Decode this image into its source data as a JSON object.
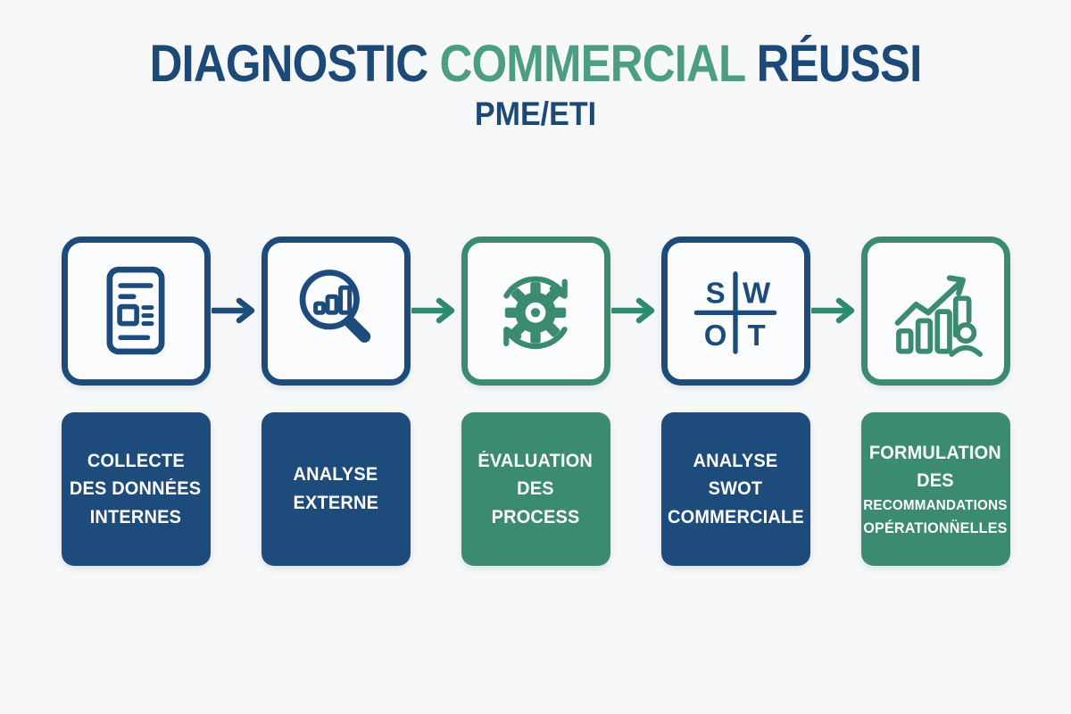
{
  "colors": {
    "navy": "#1d4b7c",
    "green": "#3a8b70",
    "title_navy": "#1d4976",
    "title_green": "#4d9d81",
    "arrow_green": "#2f8a72",
    "background": "#f6f8fa"
  },
  "title": {
    "part1": "DIAGNOSTIC",
    "part2": "COMMERCIAL",
    "part3": "RÉUSSI",
    "subtitle": "PME/ETI"
  },
  "steps": [
    {
      "icon": "document-report-icon",
      "color": "navy",
      "label_lines": [
        "COLLECTE",
        "DES DONNÉES",
        "INTERNES"
      ]
    },
    {
      "icon": "magnifier-chart-icon",
      "color": "navy",
      "label_lines": [
        "ANALYSE",
        "EXTERNE"
      ]
    },
    {
      "icon": "gear-cycle-icon",
      "color": "green",
      "label_lines": [
        "ÉVALUATION",
        "DES",
        "PROCESS"
      ]
    },
    {
      "icon": "swot-grid-icon",
      "color": "navy",
      "label_lines": [
        "ANALYSE",
        "SWOT",
        "COMMERCIALE"
      ]
    },
    {
      "icon": "growth-chart-people-icon",
      "color": "green",
      "label_lines": [
        "FORMULATION",
        "DES",
        "RECOMMANDATIONS",
        "OPÉRATIONN̈ELLES"
      ]
    }
  ],
  "swot": {
    "s": "S",
    "w": "W",
    "o": "O",
    "t": "T"
  },
  "arrows": [
    {
      "color": "navy"
    },
    {
      "color": "green"
    },
    {
      "color": "green"
    },
    {
      "color": "green"
    }
  ]
}
